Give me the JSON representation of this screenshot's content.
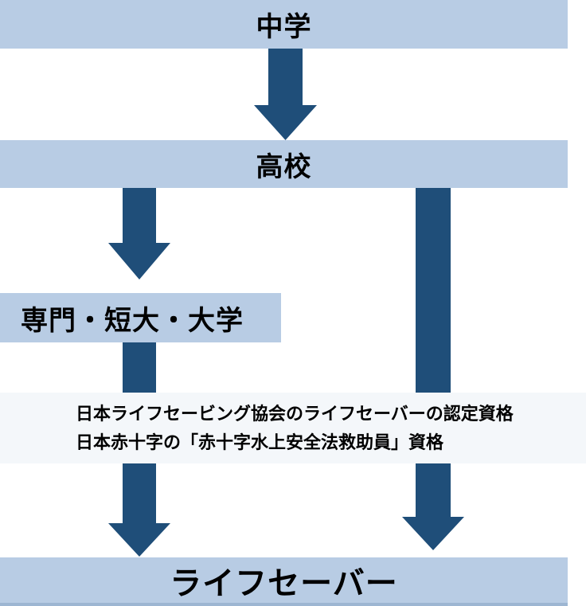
{
  "diagram": {
    "description": "Career path flowchart to becoming a lifesaver",
    "stages": [
      {
        "id": "junior-high",
        "label": "中学"
      },
      {
        "id": "high-school",
        "label": "高校"
      },
      {
        "id": "college",
        "label": "専門・短大・大学"
      },
      {
        "id": "lifesaver",
        "label": "ライフセーバー"
      }
    ],
    "certifications": [
      "日本ライフセービング協会のライフセーバーの認定資格",
      "日本赤十字の「赤十字水上安全法救助員」資格"
    ],
    "colors": {
      "bar_fill": "#B8CCE4",
      "arrow_fill": "#1F4E79",
      "band_fill": "#F4F7FA",
      "edge_fill": "#9DB6D2",
      "ink": "#000000"
    }
  }
}
